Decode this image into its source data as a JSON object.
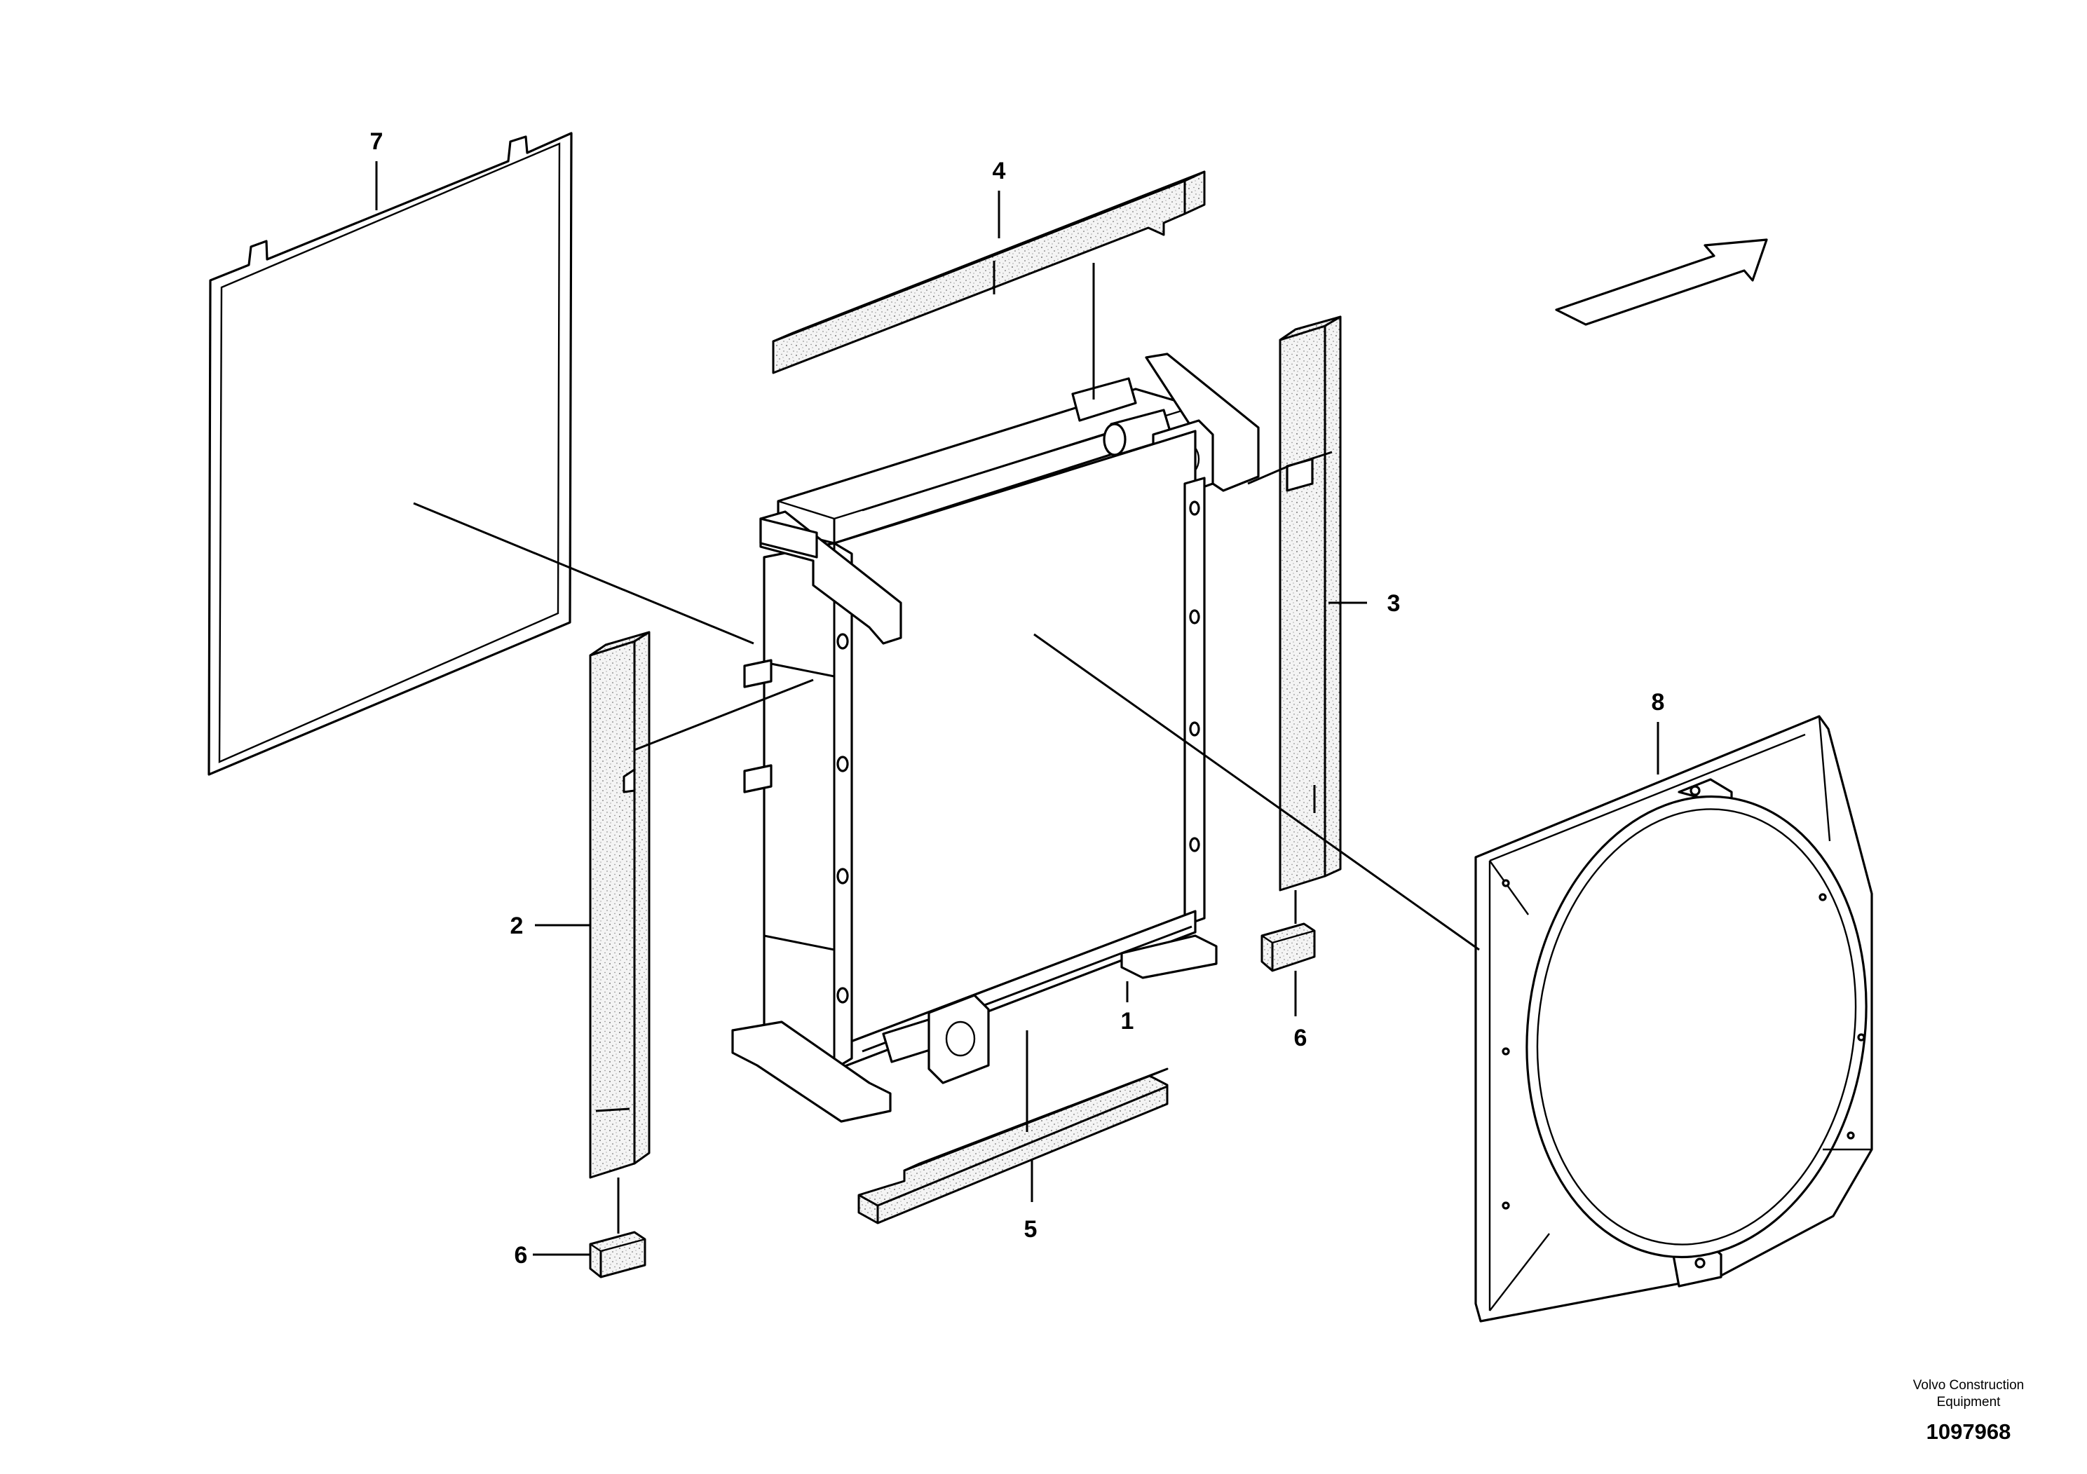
{
  "callouts": {
    "c1": "1",
    "c2": "2",
    "c3": "3",
    "c4": "4",
    "c5": "5",
    "c6a": "6",
    "c6b": "6",
    "c7": "7",
    "c8": "8"
  },
  "footer": {
    "brand_line1": "Volvo Construction",
    "brand_line2": "Equipment",
    "doc_number": "1097968"
  }
}
